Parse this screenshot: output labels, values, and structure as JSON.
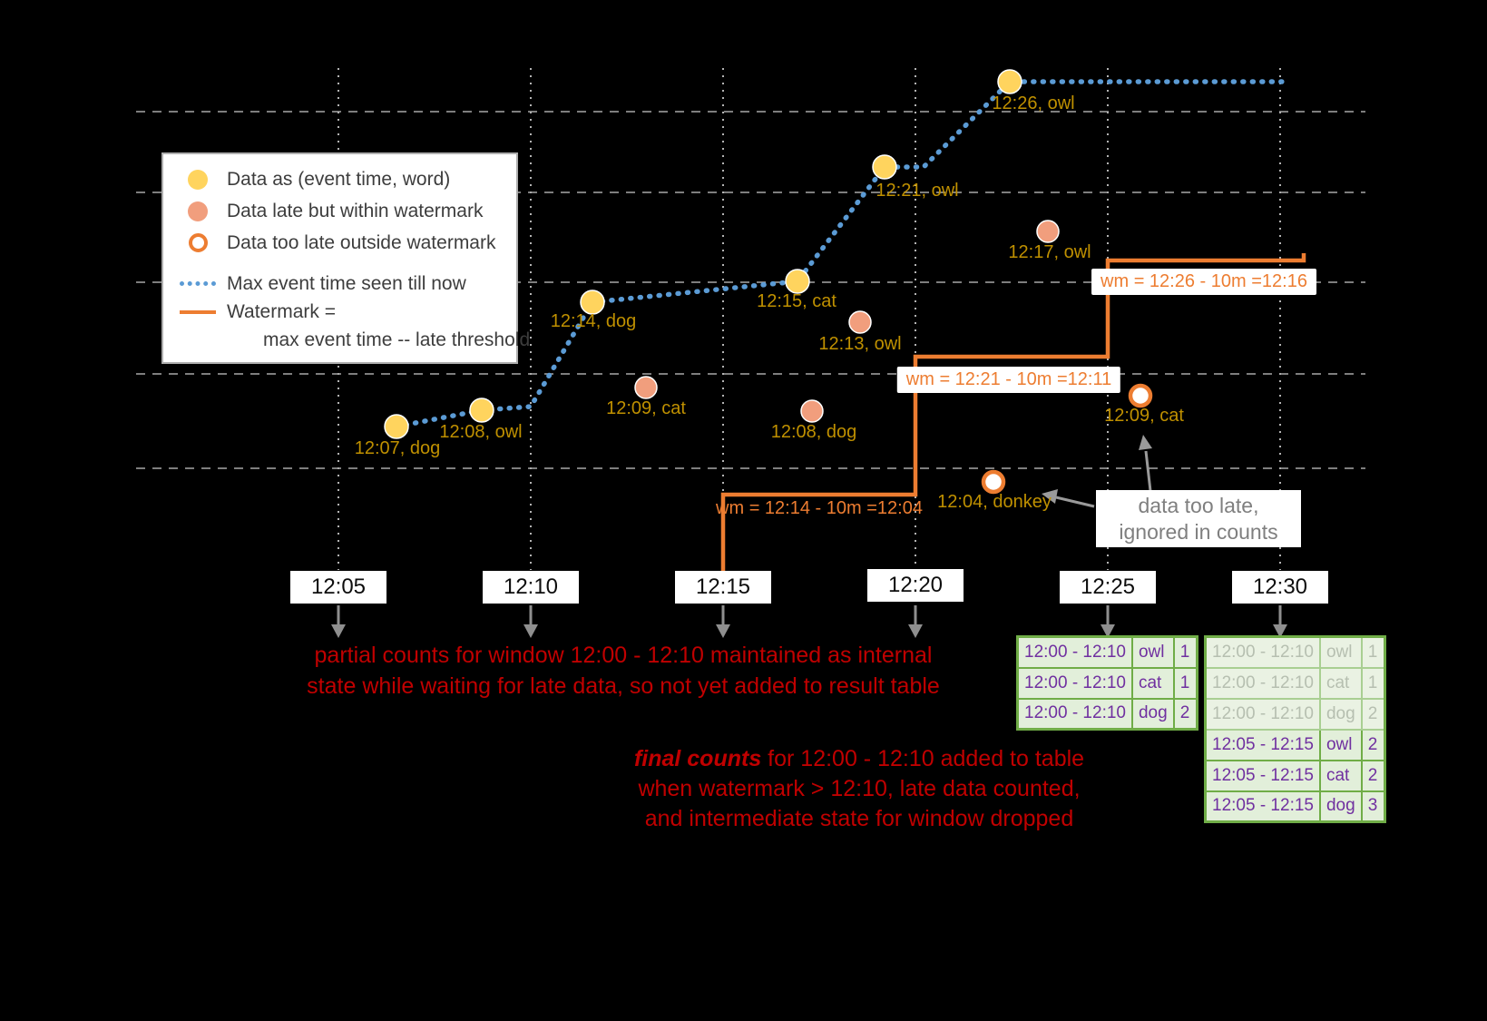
{
  "legend": {
    "data_ontime": "Data as (event time, word)",
    "data_late": "Data late but within watermark",
    "data_too_late": "Data too late outside watermark",
    "max_event_time": "Max event time seen till now",
    "watermark_line1": "Watermark =",
    "watermark_line2": "max event time -- late threshold"
  },
  "x_axis": {
    "ticks": [
      "12:05",
      "12:10",
      "12:15",
      "12:20",
      "12:25",
      "12:30"
    ]
  },
  "points": {
    "on_time": [
      {
        "label": "12:07, dog"
      },
      {
        "label": "12:08, owl"
      },
      {
        "label": "12:14, dog"
      },
      {
        "label": "12:15, cat"
      },
      {
        "label": "12:21, owl"
      },
      {
        "label": "12:26, owl"
      }
    ],
    "late_within_watermark": [
      {
        "label": "12:09, cat"
      },
      {
        "label": "12:13, owl"
      },
      {
        "label": "12:08, dog"
      },
      {
        "label": "12:17, owl"
      }
    ],
    "too_late": [
      {
        "label": "12:04, donkey"
      },
      {
        "label": "12:09, cat"
      }
    ]
  },
  "watermark_labels": [
    {
      "text": "wm = 12:14 - 10m =12:04"
    },
    {
      "text": "wm = 12:21 - 10m =12:11"
    },
    {
      "text": "wm = 12:26 - 10m =12:16"
    }
  ],
  "annotations": {
    "partial_line1": "partial counts for window 12:00 - 12:10 maintained as internal",
    "partial_line2": "state while waiting for late data, so not yet added  to result table",
    "final_emphasis": "final counts",
    "final_line1_rest": " for 12:00 - 12:10 added to table",
    "final_line2": "when watermark > 12:10, late data counted,",
    "final_line3": "and intermediate state for window dropped",
    "too_late_note_line1": "data too late,",
    "too_late_note_line2": "ignored in counts"
  },
  "result_tables": {
    "at_1225": {
      "rows": [
        {
          "window": "12:00 - 12:10",
          "word": "owl",
          "count": "1"
        },
        {
          "window": "12:00 - 12:10",
          "word": "cat",
          "count": "1"
        },
        {
          "window": "12:00 - 12:10",
          "word": "dog",
          "count": "2"
        }
      ]
    },
    "at_1230": {
      "old_rows": [
        {
          "window": "12:00 - 12:10",
          "word": "owl",
          "count": "1"
        },
        {
          "window": "12:00 - 12:10",
          "word": "cat",
          "count": "1"
        },
        {
          "window": "12:00 - 12:10",
          "word": "dog",
          "count": "2"
        }
      ],
      "new_rows": [
        {
          "window": "12:05 - 12:15",
          "word": "owl",
          "count": "2"
        },
        {
          "window": "12:05 - 12:15",
          "word": "cat",
          "count": "2"
        },
        {
          "window": "12:05 - 12:15",
          "word": "dog",
          "count": "3"
        }
      ]
    }
  },
  "colors": {
    "background": "#000000",
    "on_time_fill": "#ffd45e",
    "late_fill": "#f19e7d",
    "too_late_ring": "#ed7d31",
    "max_event_line": "#5b9bd5",
    "watermark_line": "#ed7d31",
    "point_label": "#bf9000",
    "annotation_red": "#c00000",
    "table_text": "#7030a0",
    "table_border": "#70ad47",
    "table_fill": "#e2efda"
  }
}
